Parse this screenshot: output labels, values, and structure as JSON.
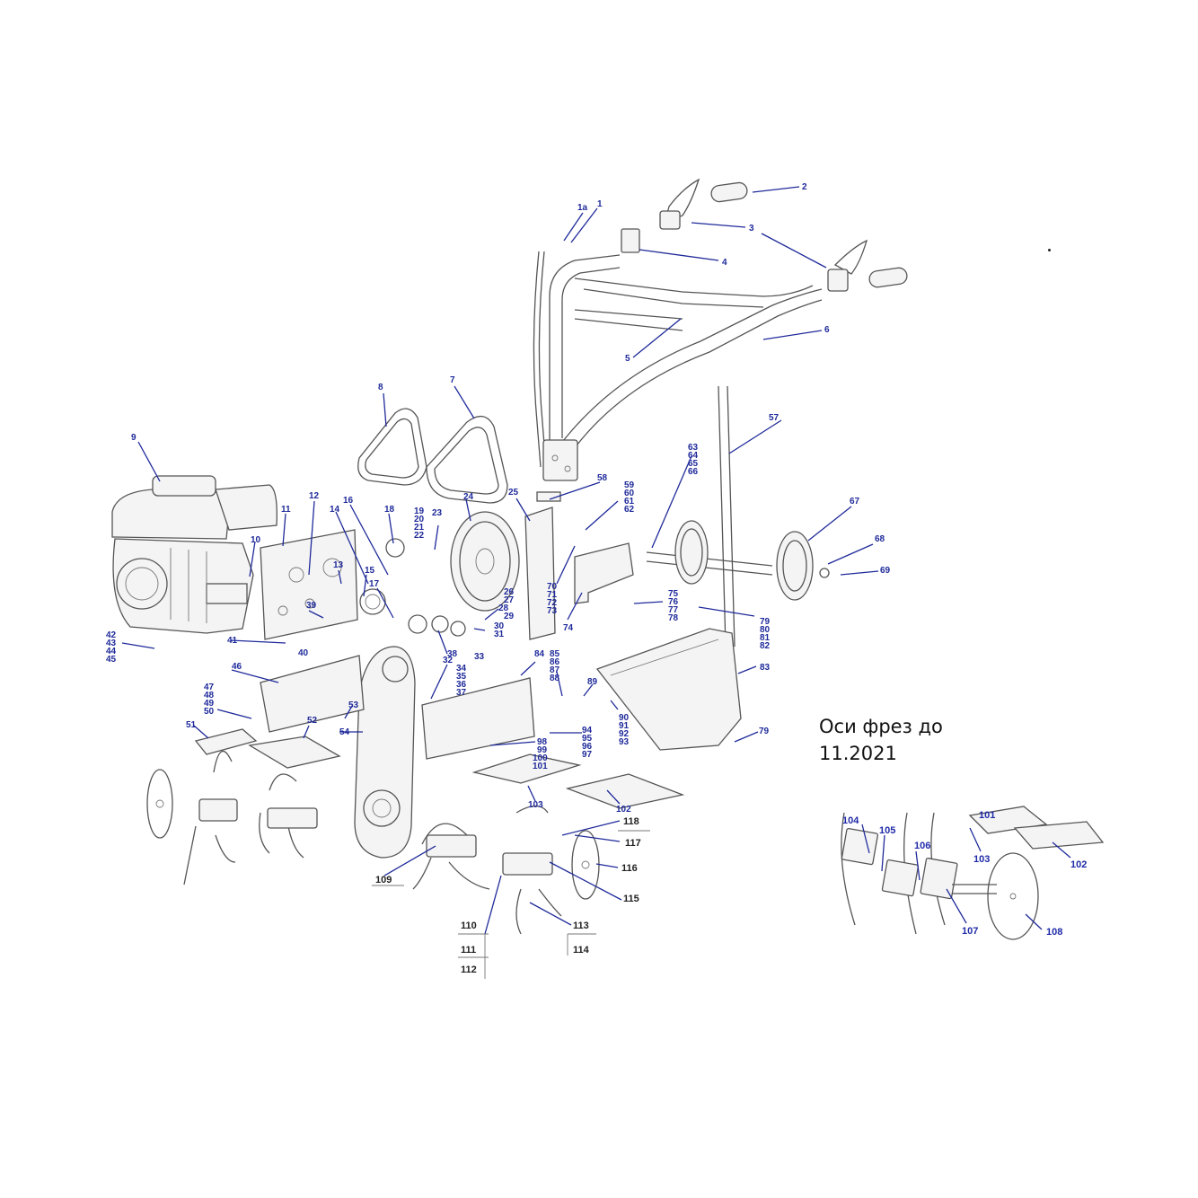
{
  "note": {
    "line1": "Оси фрез до",
    "line2": "11.2021"
  },
  "main_labels": [
    "1a",
    "1",
    "2",
    "3",
    "4",
    "5",
    "6",
    "7",
    "8",
    "9",
    "10",
    "11",
    "12",
    "13",
    "14",
    "15",
    "16",
    "17",
    "18",
    "19",
    "20",
    "21",
    "22",
    "23",
    "24",
    "25",
    "26",
    "27",
    "28",
    "29",
    "30",
    "31",
    "32",
    "33",
    "34",
    "35",
    "36",
    "37",
    "38",
    "39",
    "40",
    "41",
    "42",
    "43",
    "44",
    "45",
    "46",
    "47",
    "48",
    "49",
    "50",
    "51",
    "52",
    "53",
    "54",
    "57",
    "58",
    "59",
    "60",
    "61",
    "62",
    "63",
    "64",
    "65",
    "66",
    "67",
    "68",
    "69",
    "70",
    "71",
    "72",
    "73",
    "74",
    "75",
    "76",
    "77",
    "78",
    "79",
    "80",
    "81",
    "82",
    "83",
    "84",
    "85",
    "86",
    "87",
    "88",
    "89",
    "90",
    "91",
    "92",
    "93",
    "94",
    "95",
    "96",
    "97",
    "98",
    "99",
    "100",
    "101",
    "102",
    "103",
    "79"
  ],
  "tiller_labels": [
    "109",
    "110",
    "111",
    "112",
    "113",
    "114",
    "115",
    "116",
    "117",
    "118"
  ],
  "inset_labels": [
    "104",
    "105",
    "106",
    "101",
    "103",
    "102",
    "107",
    "108"
  ]
}
